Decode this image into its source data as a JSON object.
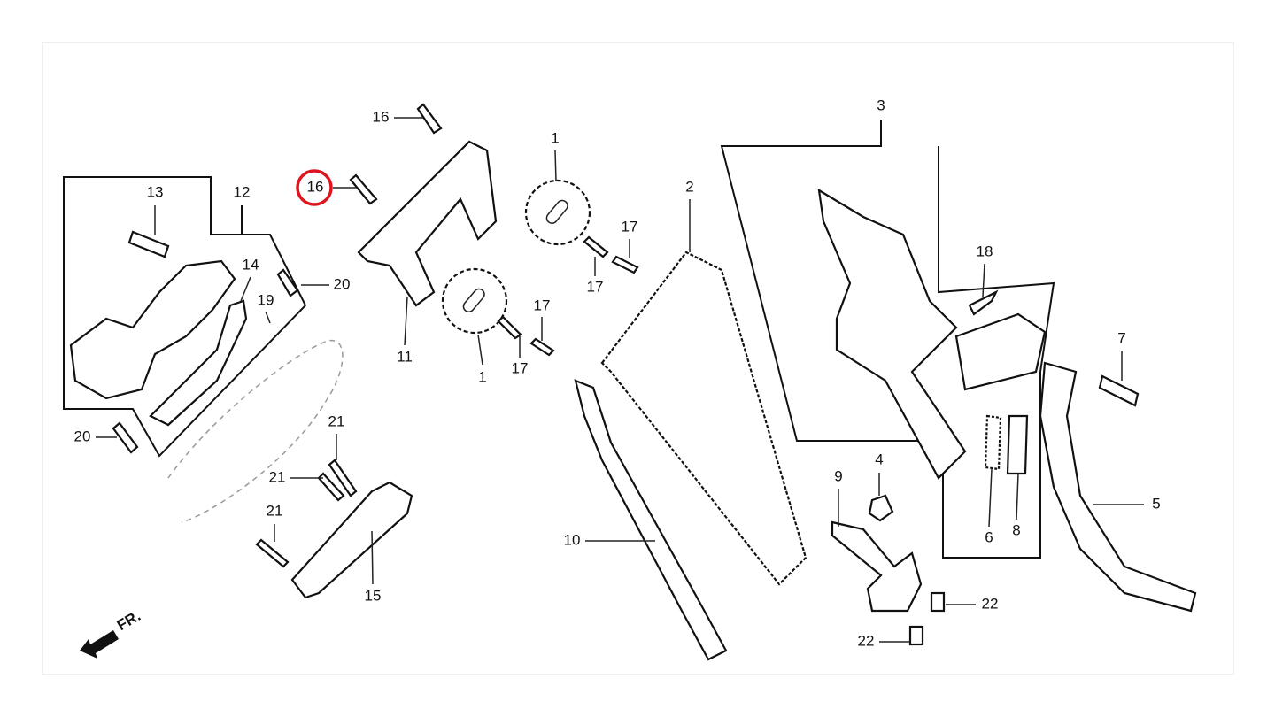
{
  "diagram": {
    "labels": {
      "p16_top": "16",
      "p16_circled": "16",
      "p13": "13",
      "p12": "12",
      "p14": "14",
      "p20_top": "20",
      "p19": "19",
      "p11": "11",
      "p1_top": "1",
      "p1_bottom": "1",
      "p17_a": "17",
      "p17_b": "17",
      "p17_c": "17",
      "p17_d": "17",
      "p2": "2",
      "p3": "3",
      "p18": "18",
      "p7": "7",
      "p20_bottom": "20",
      "p21_a": "21",
      "p21_b": "21",
      "p21_c": "21",
      "p15": "15",
      "p10": "10",
      "p9": "9",
      "p4": "4",
      "p6": "6",
      "p8": "8",
      "p5": "5",
      "p22_a": "22",
      "p22_b": "22",
      "front_arrow": "FR."
    },
    "highlight_color": "#e0141e"
  }
}
